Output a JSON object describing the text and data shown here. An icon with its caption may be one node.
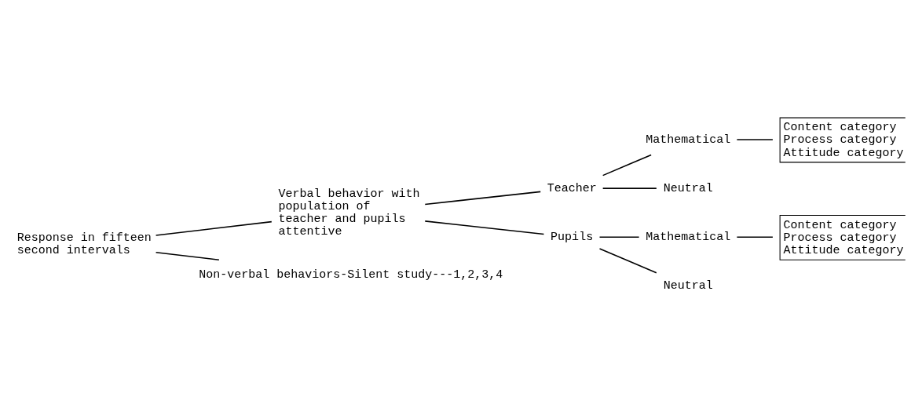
{
  "diagram": {
    "nodes": [
      {
        "text": [
          "Response in fifteen second intervals"
        ]
      },
      {
        "text": [
          "Verbal behavior with population of teacher and pupils attentive"
        ]
      },
      {
        "text": [
          "Non-verbal behaviors-Silent study---1,2,3,4"
        ]
      },
      {
        "text": [
          "Teacher"
        ]
      },
      {
        "text": [
          "Mathematical"
        ]
      },
      {
        "text": [
          "Neutral"
        ]
      },
      {
        "text": [
          "Content category",
          "Process category",
          "Attitude category"
        ]
      },
      {
        "text": [
          "Pupils"
        ]
      },
      {
        "text": [
          "Mathematical"
        ]
      },
      {
        "text": [
          "Neutral"
        ]
      },
      {
        "text": [
          "Content category",
          "Process category",
          "Attitude category"
        ]
      }
    ],
    "edges": [
      {
        "from": 0,
        "to": 1,
        "arrow": "none"
      },
      {
        "from": 0,
        "to": 2,
        "arrow": "none"
      },
      {
        "from": 1,
        "to": 3,
        "arrow": "none"
      },
      {
        "from": 1,
        "to": 7,
        "arrow": "none"
      },
      {
        "from": 3,
        "to": 4,
        "arrow": "none"
      },
      {
        "from": 3,
        "to": 5,
        "arrow": "none"
      },
      {
        "from": 4,
        "to": 6,
        "arrow": "none"
      },
      {
        "from": 7,
        "to": 8,
        "arrow": "none"
      },
      {
        "from": 7,
        "to": 9,
        "arrow": "none"
      },
      {
        "from": 8,
        "to": 10,
        "arrow": "none"
      }
    ]
  }
}
